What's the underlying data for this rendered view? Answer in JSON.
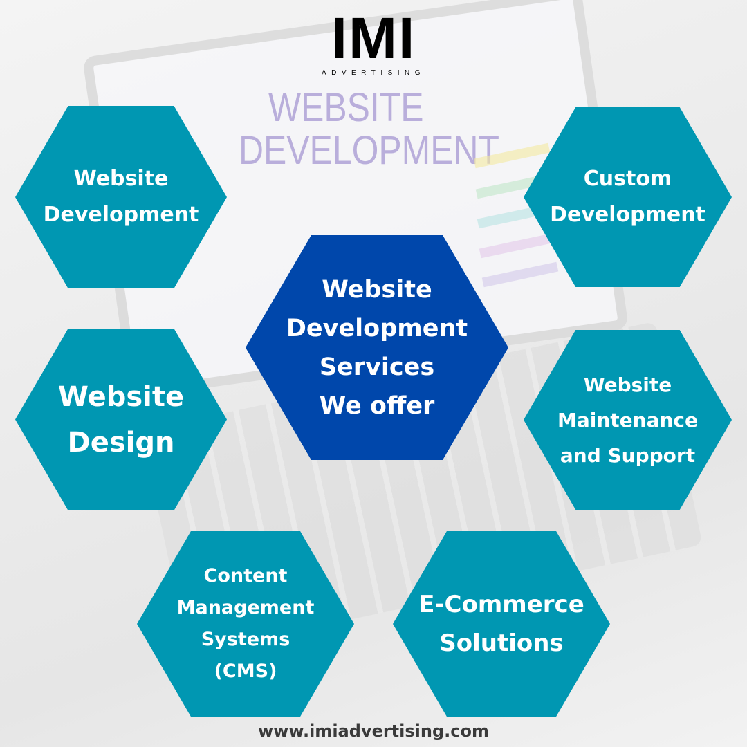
{
  "logo": {
    "mark": "IMI",
    "subtitle": "ADVERTISING"
  },
  "background_text": [
    "WEBSITE",
    "DEVELOPMENT"
  ],
  "colors": {
    "teal": "#0097B2",
    "blue": "#0047AB",
    "footer": "#3a3a3a"
  },
  "center": {
    "lines": [
      "Website",
      "Development",
      "Services",
      "We offer"
    ]
  },
  "services": [
    {
      "lines": [
        "Website",
        "Development"
      ]
    },
    {
      "lines": [
        "Custom",
        "Development"
      ]
    },
    {
      "lines": [
        "Website",
        "Design"
      ]
    },
    {
      "lines": [
        "Website",
        "Maintenance",
        "and Support"
      ]
    },
    {
      "lines": [
        "Content",
        "Management",
        "Systems",
        "(CMS)"
      ]
    },
    {
      "lines": [
        "E-Commerce",
        "Solutions"
      ]
    }
  ],
  "footer": {
    "url": "www.imiadvertising.com"
  }
}
